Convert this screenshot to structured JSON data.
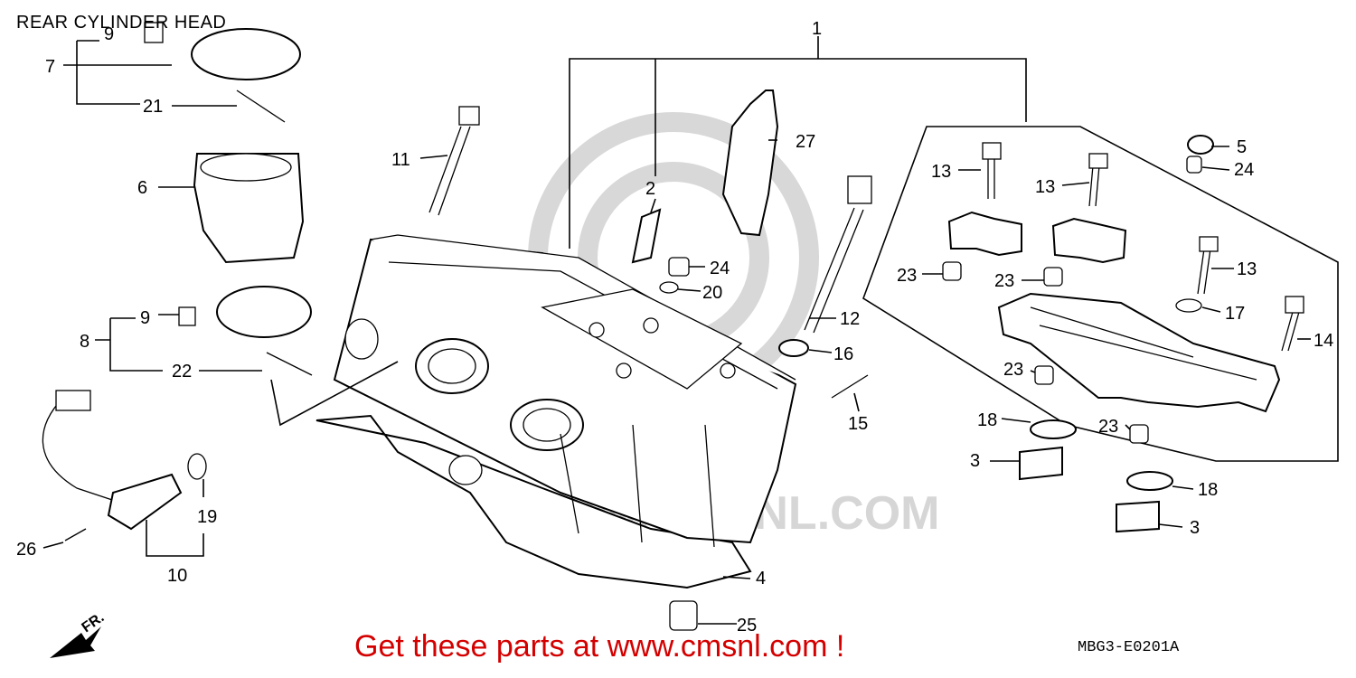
{
  "title": "REAR CYLINDER HEAD",
  "footer": "Get these parts at www.cmsnl.com !",
  "diagram_code": "MBG3-E0201A",
  "watermark": "WWW.CMSNL.COM",
  "front_arrow": "FR.",
  "colors": {
    "footer": "#d40000",
    "watermark": "#d6d6d6"
  },
  "callouts": {
    "c1": "1",
    "c2": "2",
    "c3a": "3",
    "c3b": "3",
    "c4": "4",
    "c5": "5",
    "c6": "6",
    "c7": "7",
    "c8": "8",
    "c9a": "9",
    "c9b": "9",
    "c10": "10",
    "c11": "11",
    "c12": "12",
    "c13a": "13",
    "c13b": "13",
    "c13c": "13",
    "c14": "14",
    "c15": "15",
    "c16": "16",
    "c17": "17",
    "c18a": "18",
    "c18b": "18",
    "c19": "19",
    "c20": "20",
    "c21": "21",
    "c22": "22",
    "c23a": "23",
    "c23b": "23",
    "c23c": "23",
    "c23d": "23",
    "c24a": "24",
    "c24b": "24",
    "c25": "25",
    "c26": "26",
    "c27": "27"
  }
}
